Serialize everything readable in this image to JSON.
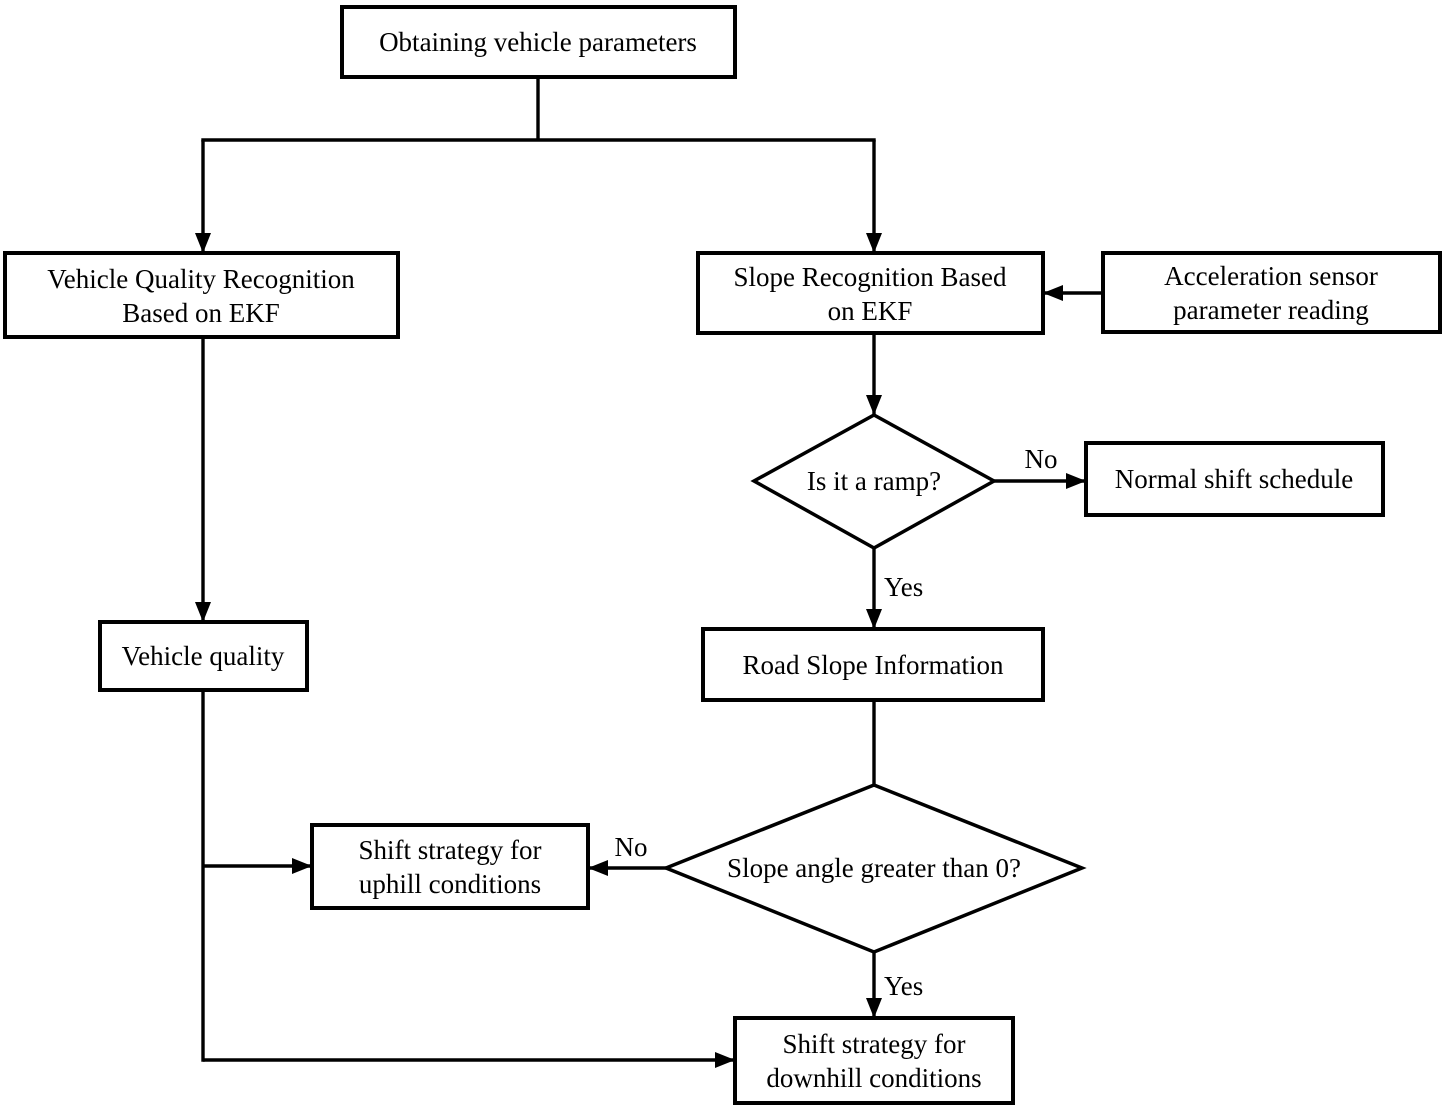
{
  "diagram": {
    "nodes": {
      "obtaining": {
        "label": "Obtaining vehicle parameters"
      },
      "vehicle_quality_recognition": {
        "line1": "Vehicle Quality Recognition",
        "line2": "Based on EKF"
      },
      "slope_recognition": {
        "line1": "Slope Recognition Based",
        "line2": "on EKF"
      },
      "acceleration_sensor": {
        "line1": "Acceleration sensor",
        "line2": "parameter reading"
      },
      "is_it_a_ramp": {
        "label": "Is it a ramp?"
      },
      "normal_shift_schedule": {
        "label": "Normal shift schedule"
      },
      "vehicle_quality": {
        "label": "Vehicle quality"
      },
      "road_slope_information": {
        "label": "Road Slope Information"
      },
      "slope_angle_gt_zero": {
        "label": "Slope angle greater than 0?"
      },
      "uphill_strategy": {
        "line1": "Shift strategy for",
        "line2": "uphill conditions"
      },
      "downhill_strategy": {
        "line1": "Shift strategy for",
        "line2": "downhill conditions"
      }
    },
    "edges": [
      {
        "from": "obtaining",
        "to": "vehicle_quality_recognition",
        "label": ""
      },
      {
        "from": "obtaining",
        "to": "slope_recognition",
        "label": ""
      },
      {
        "from": "acceleration_sensor",
        "to": "slope_recognition",
        "label": ""
      },
      {
        "from": "slope_recognition",
        "to": "is_it_a_ramp",
        "label": ""
      },
      {
        "from": "is_it_a_ramp",
        "to": "normal_shift_schedule",
        "label": "No"
      },
      {
        "from": "is_it_a_ramp",
        "to": "road_slope_information",
        "label": "Yes"
      },
      {
        "from": "road_slope_information",
        "to": "slope_angle_gt_zero",
        "label": ""
      },
      {
        "from": "slope_angle_gt_zero",
        "to": "uphill_strategy",
        "label": "No"
      },
      {
        "from": "slope_angle_gt_zero",
        "to": "downhill_strategy",
        "label": "Yes"
      },
      {
        "from": "vehicle_quality_recognition",
        "to": "vehicle_quality",
        "label": ""
      },
      {
        "from": "vehicle_quality",
        "to": "uphill_strategy",
        "label": ""
      },
      {
        "from": "vehicle_quality",
        "to": "downhill_strategy",
        "label": ""
      }
    ],
    "colors": {
      "stroke": "#000000",
      "node_fill": "#ffffff",
      "background": "#ffffff",
      "text": "#000000"
    }
  }
}
